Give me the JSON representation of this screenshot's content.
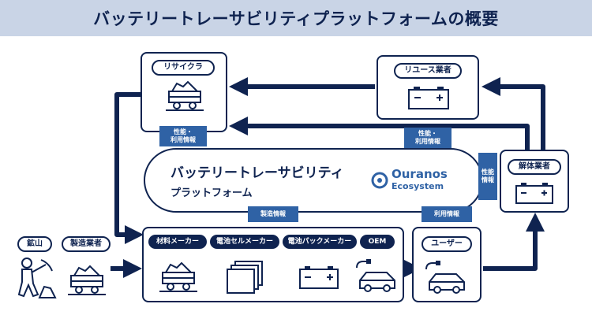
{
  "title": "バッテリートレーサビリティプラットフォームの概要",
  "platform": {
    "line1": "バッテリートレーサビリティ",
    "line2": "プラットフォーム",
    "logo_name": "Ouranos",
    "logo_sub": "Ecosystem"
  },
  "actors": {
    "recycler": "リサイクラ",
    "reuse": "リユース業者",
    "dismantler": "解体業者",
    "mine": "鉱山",
    "manufacturer": "製造業者",
    "user": "ユーザー"
  },
  "supply_chain": [
    "材料メーカー",
    "電池セルメーカー",
    "電池パックメーカー",
    "OEM"
  ],
  "tabs": {
    "recycler": [
      "性能・",
      "利用情報"
    ],
    "reuse": [
      "性能・",
      "利用情報"
    ],
    "dismantler": [
      "性能",
      "情報"
    ],
    "manufacturing": "製造情報",
    "usage": "利用情報"
  },
  "colors": {
    "navy": "#0f2350",
    "tab_blue": "#2f62a5",
    "title_bg": "#c9d4e6"
  }
}
